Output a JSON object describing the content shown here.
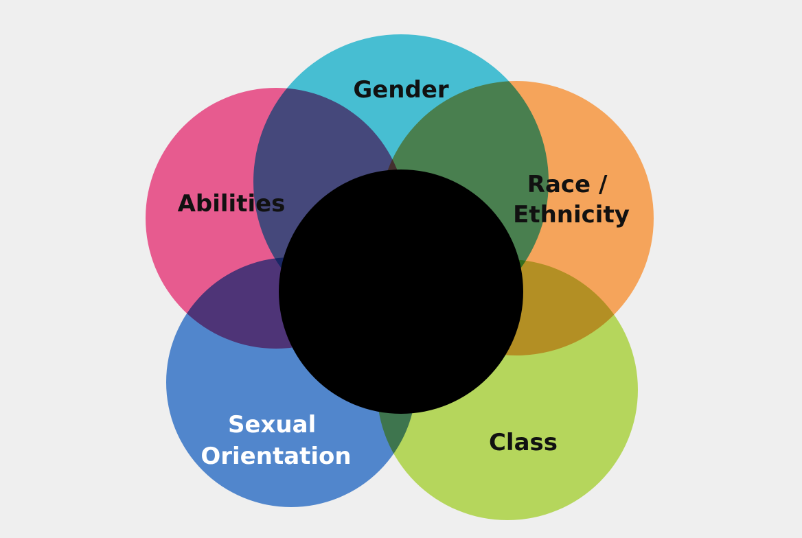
{
  "diagram": {
    "type": "venn",
    "sets": [
      {
        "id": "gender",
        "lines": [
          "Gender"
        ],
        "color": "#22b3cc",
        "text_color": "#111111"
      },
      {
        "id": "race",
        "lines": [
          "Race /",
          "Ethnicity"
        ],
        "color": "#f7943a",
        "text_color": "#111111"
      },
      {
        "id": "class",
        "lines": [
          "Class"
        ],
        "color": "#a8d13c",
        "text_color": "#111111"
      },
      {
        "id": "sexual-orientation",
        "lines": [
          "Sexual",
          "Orientation"
        ],
        "color": "#2e6fc4",
        "text_color": "#ffffff"
      },
      {
        "id": "abilities",
        "lines": [
          "Abilities"
        ],
        "color": "#e63a7a",
        "text_color": "#111111"
      }
    ],
    "center_color": "#000000",
    "background": "#efefef"
  }
}
